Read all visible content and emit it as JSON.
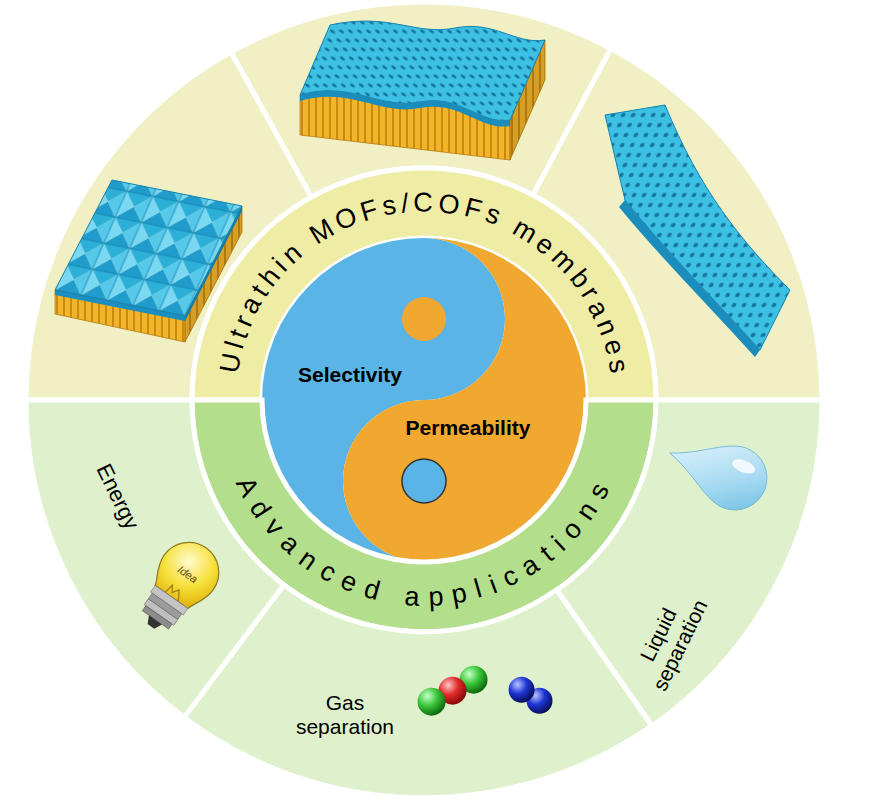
{
  "diagram": {
    "nodes": [
      {
        "text": [
          "Ultrathin MOFs/COFs membranes"
        ]
      },
      {
        "text": [
          "Selectivity"
        ]
      },
      {
        "text": [
          "Permeability"
        ]
      },
      {
        "text": [
          "Advanced applications"
        ]
      },
      {
        "text": [
          "Energy"
        ]
      },
      {
        "text": [
          "Gas separation"
        ]
      },
      {
        "text": [
          "Liquid separation"
        ]
      }
    ],
    "labels": [
      "Idea"
    ]
  }
}
